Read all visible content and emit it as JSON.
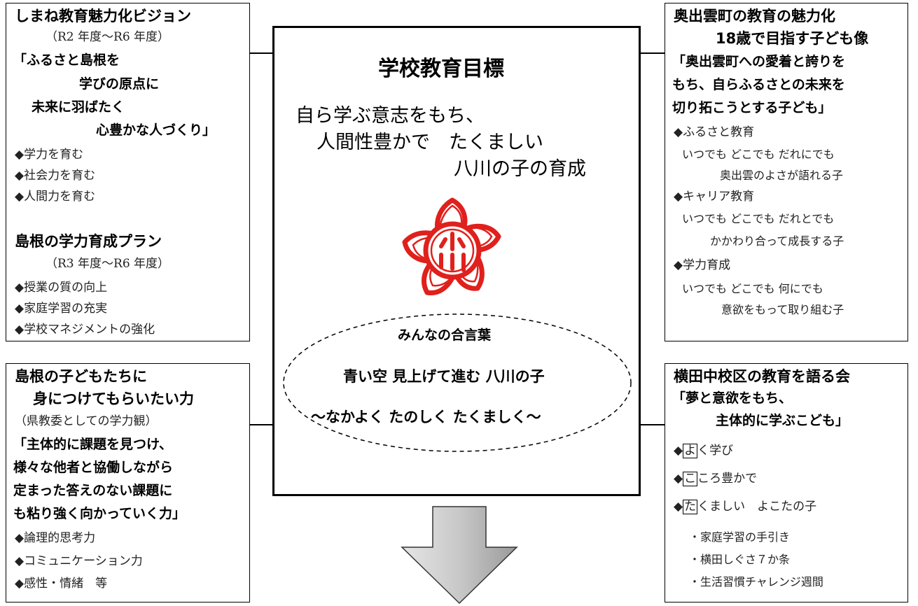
{
  "center": {
    "title": "学校教育目標",
    "goal_lines": [
      "自ら学ぶ意志をもち、",
      "人間性豊かで　たくましい",
      "八川の子の育成"
    ],
    "emblem_text": "小川",
    "motto_title": "みんなの合言葉",
    "motto_line1": "青い空 見上げて進む 八川の子",
    "motto_line2": "～なかよく たのしく たくましく～",
    "colors": {
      "emblem_red": "#e0201c",
      "arrow_gray": "#c8c8c8"
    }
  },
  "top_left": {
    "title": "しまね教育魅力化ビジョン",
    "period": "（R2 年度～R6 年度）",
    "quote_lines": [
      "「ふるさと島根を",
      "学びの原点に",
      "未来に羽ばたく",
      "心豊かな人づくり」"
    ],
    "items": [
      "◆学力を育む",
      "◆社会力を育む",
      "◆人間力を育む"
    ],
    "title2": "島根の学力育成プラン",
    "period2": "（R3 年度～R6 年度）",
    "items2": [
      "◆授業の質の向上",
      "◆家庭学習の充実",
      "◆学校マネジメントの強化"
    ]
  },
  "bottom_left": {
    "title_lines": [
      "島根の子どもたちに",
      "身につけてもらいたい力"
    ],
    "subtitle": "（県教委としての学力観）",
    "quote_lines": [
      "「主体的に課題を見つけ、",
      "様々な他者と協働しながら",
      "定まった答えのない課題に",
      "も粘り強く向かっていく力」"
    ],
    "items": [
      "◆論理的思考力",
      "◆コミュニケーション力",
      "◆感性・情緒　等"
    ]
  },
  "top_right": {
    "title_lines": [
      "奥出雲町の教育の魅力化",
      "18歳で目指す子ども像"
    ],
    "quote_lines": [
      "「奥出雲町への愛着と誇りを",
      "もち、自らふるさとの未来を",
      "切り拓こうとする子ども」"
    ],
    "sections": [
      {
        "head": "◆ふるさと教育",
        "line1": "いつでも どこでも だれにでも",
        "line2": "奥出雲のよさが語れる子"
      },
      {
        "head": "◆キャリア教育",
        "line1": "いつでも どこでも だれとでも",
        "line2": "かかわり合って成長する子"
      },
      {
        "head": "◆学力育成",
        "line1": "いつでも どこでも 何にでも",
        "line2": "意欲をもって取り組む子"
      }
    ]
  },
  "bottom_right": {
    "title": "横田中校区の教育を語る会",
    "quote_lines": [
      "「夢と意欲をもち、",
      "主体的に学ぶこども」"
    ],
    "bullets": [
      {
        "mark": "◆",
        "boxed": "よ",
        "rest": "く学び"
      },
      {
        "mark": "◆",
        "boxed": "こ",
        "rest": "ころ豊かで"
      },
      {
        "mark": "◆",
        "boxed": "た",
        "rest": "くましい　よこたの子"
      }
    ],
    "subitems": [
      "・家庭学習の手引き",
      "・横田しぐさ７か条",
      "・生活習慣チャレンジ週間"
    ]
  }
}
